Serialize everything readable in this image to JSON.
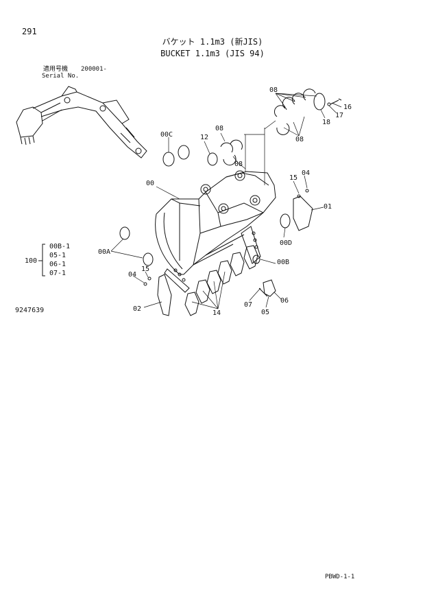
{
  "page_number": "291",
  "title_jp": "バケット 1.1m3 (新JIS)",
  "title_en": "BUCKET 1.1m3 (JIS 94)",
  "serial": {
    "label_jp": "適用号機",
    "label_en": "Serial No.",
    "value": "200001-"
  },
  "figure_number": "9247639",
  "footer_code": "PBWD-1-1",
  "callouts": {
    "c08_top": "08",
    "c16": "16",
    "c17": "17",
    "c18": "18",
    "c08_right": "08",
    "c00C": "00C",
    "c12": "12",
    "c08_mid": "08",
    "c08_mid2": "08",
    "c04_right": "04",
    "c15_right": "15",
    "c01": "01",
    "c00": "00",
    "c00D": "00D",
    "c00A": "00A",
    "c00B": "00B",
    "c04_left": "04",
    "c15_left": "15",
    "c02": "02",
    "c14": "14",
    "c07": "07",
    "c05": "05",
    "c06": "06"
  },
  "set_group": {
    "label": "100",
    "items": [
      "00B-1",
      "05-1",
      "06-1",
      "07-1"
    ]
  }
}
